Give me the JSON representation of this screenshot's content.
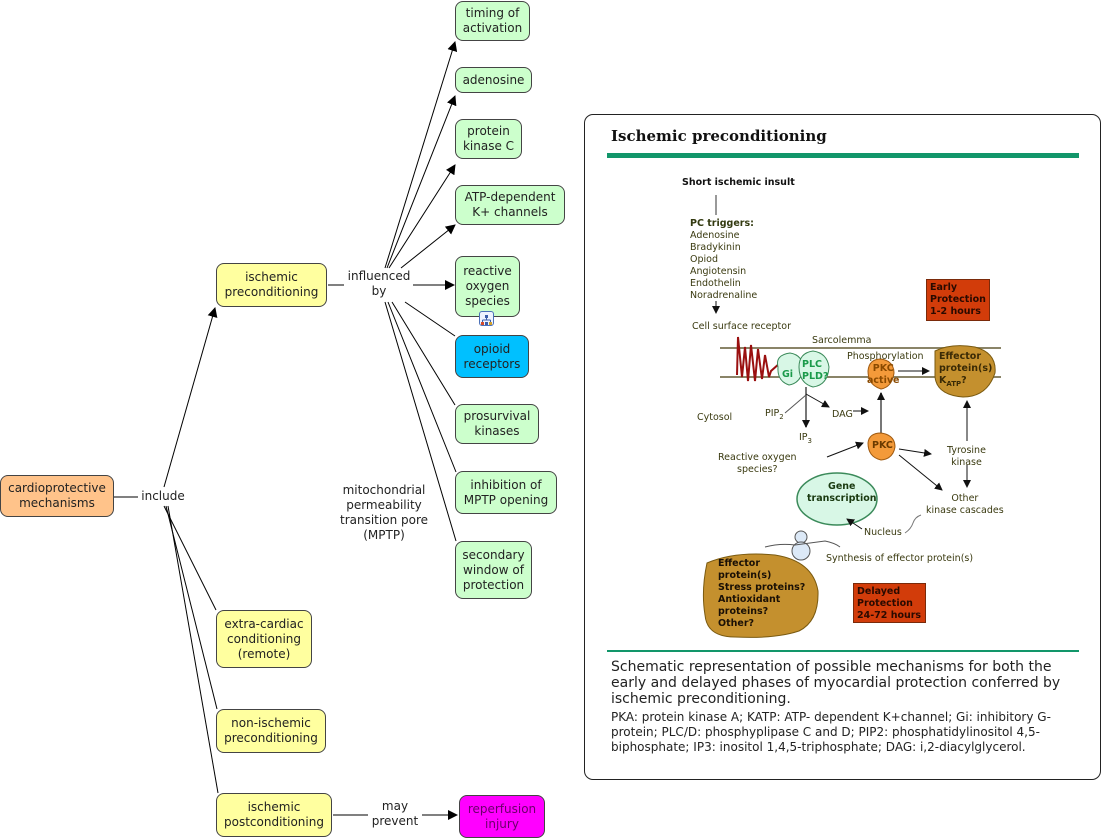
{
  "concept_map": {
    "nodes": {
      "root": "cardioprotective\nmechanisms",
      "ischemic_preconditioning": "ischemic\npreconditioning",
      "extra_cardiac": "extra-cardiac\nconditioning\n(remote)",
      "non_ischemic": "non-ischemic\npreconditioning",
      "ischemic_postconditioning": "ischemic\npostconditioning",
      "reperfusion_injury": "reperfusion\ninjury",
      "timing": "timing of\nactivation",
      "adenosine": "adenosine",
      "pkc": "protein\nkinase C",
      "katp": "ATP-dependent\nK+ channels",
      "ros": "reactive\noxygen\nspecies",
      "opioid": "opioid\nreceptors",
      "prosurvival": "prosurvival\nkinases",
      "mptp_inhibition": "inhibition of\nMPTP opening",
      "secondary_window": "secondary\nwindow of\nprotection"
    },
    "links": {
      "include": "include",
      "influenced_by": "influenced\nby",
      "may_prevent": "may\nprevent"
    },
    "notes": {
      "mptp": "mitochondrial\npermeability\ntransition pore\n(MPTP)"
    },
    "icons": {
      "submap": "concept-map-submap-icon"
    },
    "colors": {
      "root": "#ffc38a",
      "category": "#ffff9f",
      "factor": "#ccffcc",
      "selected": "#00c0ff",
      "outcome": "#ff00ff"
    }
  },
  "panel": {
    "title": "Ischemic preconditioning",
    "accent": "#12966a",
    "diagram": {
      "short_insult": "Short ischemic insult",
      "pc_triggers_label": "PC triggers:",
      "pc_triggers": "Adenosine\nBradykinin\nOpiod\nAngiotensin\nEndothelin\nNoradrenaline",
      "cell_receptor": "Cell surface receptor",
      "sarcolemma": "Sarcolemma",
      "phosphorylation": "Phosphorylation",
      "early_box": "Early\nProtection\n1-2 hours",
      "effector_top": "Effector\nprotein(s)\nK",
      "katp_sub": "ATP",
      "katp_q": "?",
      "gi": "Gi",
      "plc": "PLC\nPLD?",
      "pkc_active": "PKC\nactive",
      "cytosol": "Cytosol",
      "pip2": "PIP",
      "pip2_sub": "2",
      "dag": "DAG",
      "ip3": "IP",
      "ip3_sub": "3",
      "pkc": "PKC",
      "ros": "Reactive oxygen\nspecies?",
      "tyrosine": "Tyrosine\nkinase",
      "gene": "Gene\ntranscription",
      "other_kinase": "Other\nkinase cascades",
      "nucleus": "Nucleus",
      "synthesis": "Synthesis of effector protein(s)",
      "effector_bottom": "Effector\nprotein(s)\nStress proteins?\nAntioxidant\nproteins?\nOther?",
      "delayed_box": "Delayed\nProtection\n24-72 hours"
    },
    "caption": "Schematic representation of possible mechanisms for both the early and delayed phases of myocardial protection conferred by ischemic preconditioning.",
    "legend": "PKA: protein kinase A; KATP: ATP- dependent K+channel; Gi: inhibitory G-protein; PLC/D: phosphyplipase C and D; PIP2: phosphatidylinositol 4,5- biphosphate; IP3: inositol 1,4,5-triphosphate; DAG: i,2-diacylglycerol."
  }
}
